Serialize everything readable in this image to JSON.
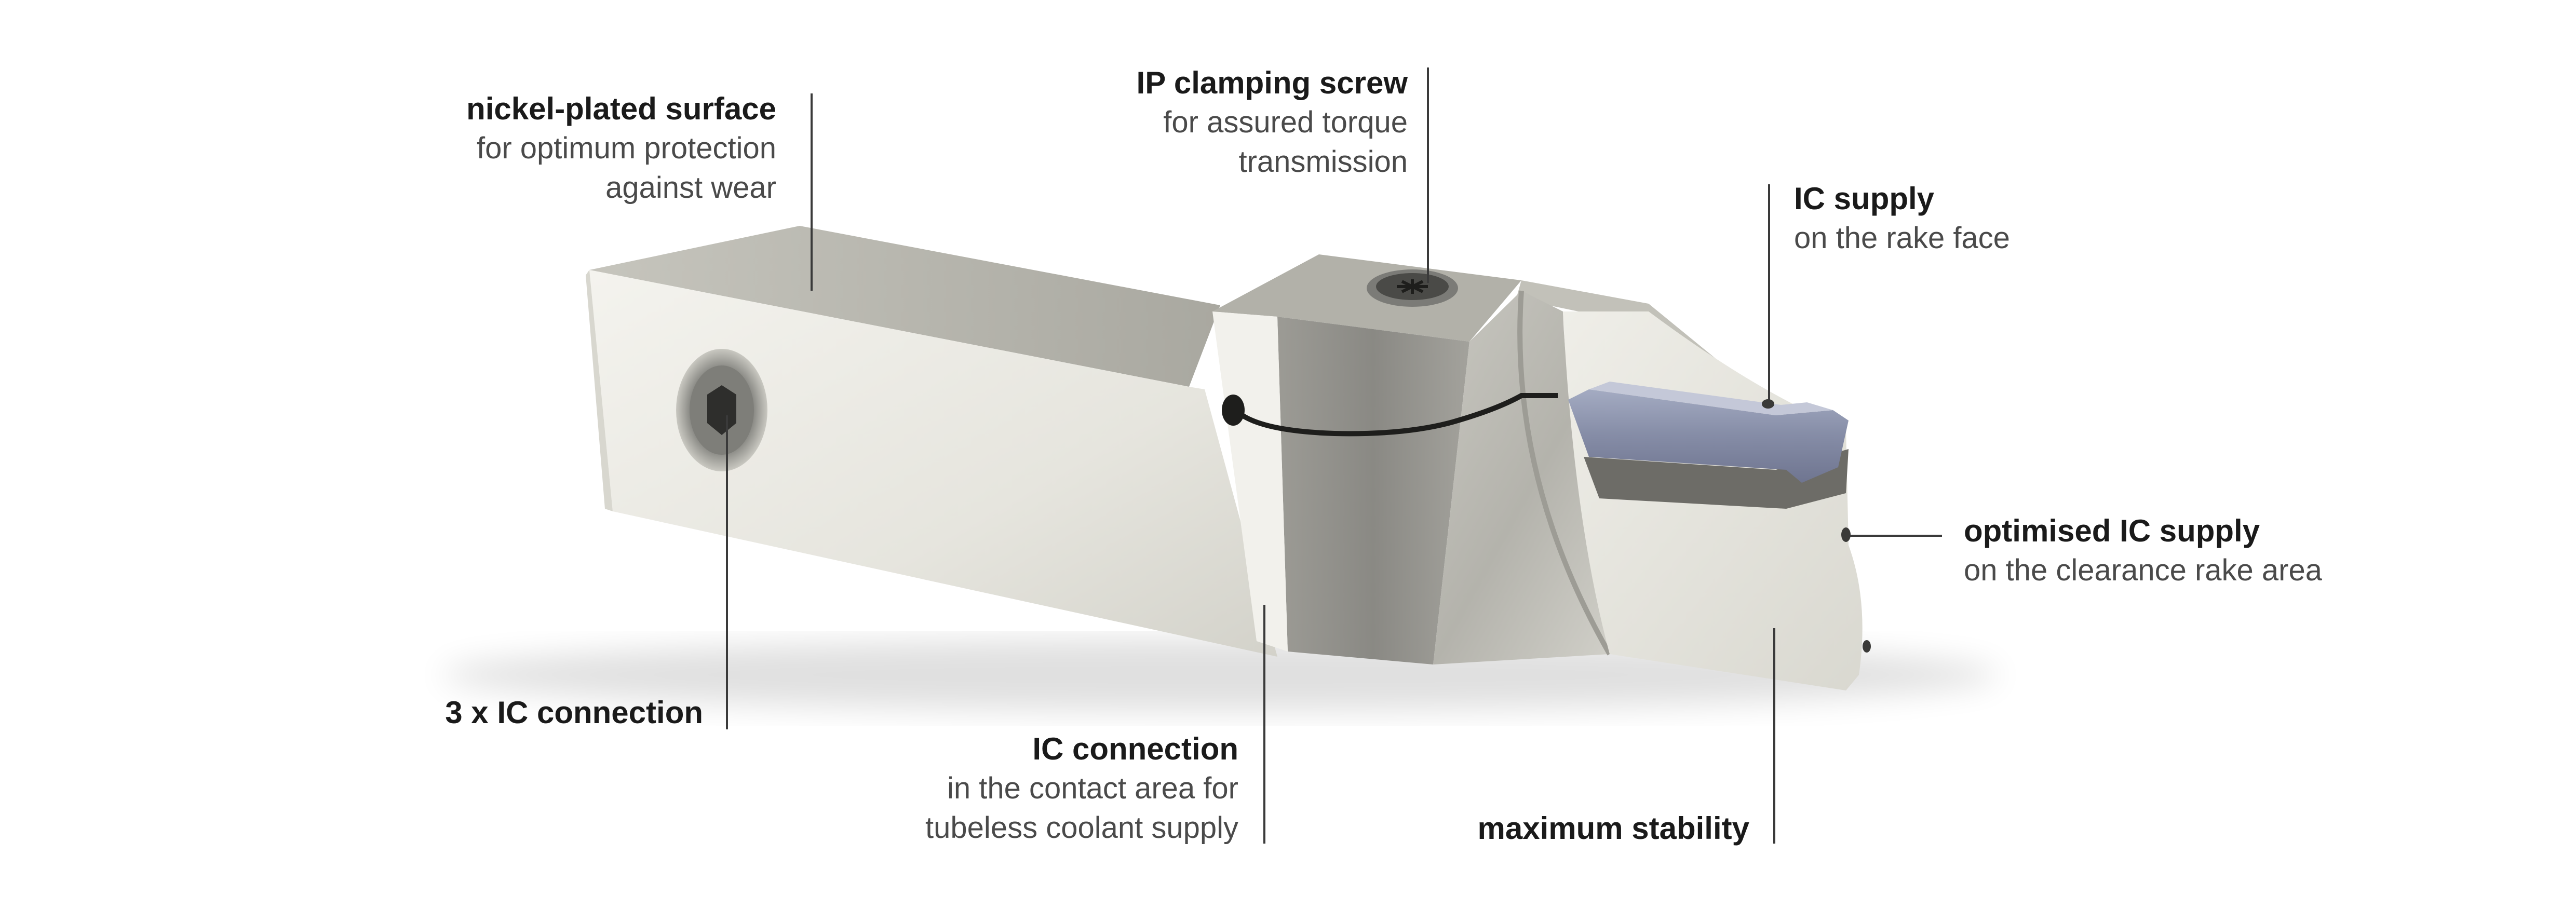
{
  "callouts": [
    {
      "id": "nickel",
      "title": "nickel-plated surface",
      "lines": [
        "for optimum protection",
        "against wear"
      ]
    },
    {
      "id": "ip-screw",
      "title": "IP clamping screw",
      "lines": [
        "for assured torque",
        "transmission"
      ]
    },
    {
      "id": "ic-supply",
      "title": "IC supply",
      "lines": [
        "on the rake face"
      ]
    },
    {
      "id": "optimised",
      "title": "optimised IC supply",
      "lines": [
        "on the clearance rake area"
      ]
    },
    {
      "id": "three-ic",
      "title": "3 x IC connection",
      "lines": []
    },
    {
      "id": "ic-connection",
      "title": "IC connection",
      "lines": [
        "in the contact area for",
        "tubeless coolant supply"
      ]
    },
    {
      "id": "stability",
      "title": "maximum stability",
      "lines": []
    }
  ],
  "colors": {
    "body_light": "#e9e8e1",
    "body_top": "#bdbcb3",
    "clamp_dark": "#8e8d87",
    "insert": "#8b92ab",
    "leader": "#3a3a3a"
  }
}
